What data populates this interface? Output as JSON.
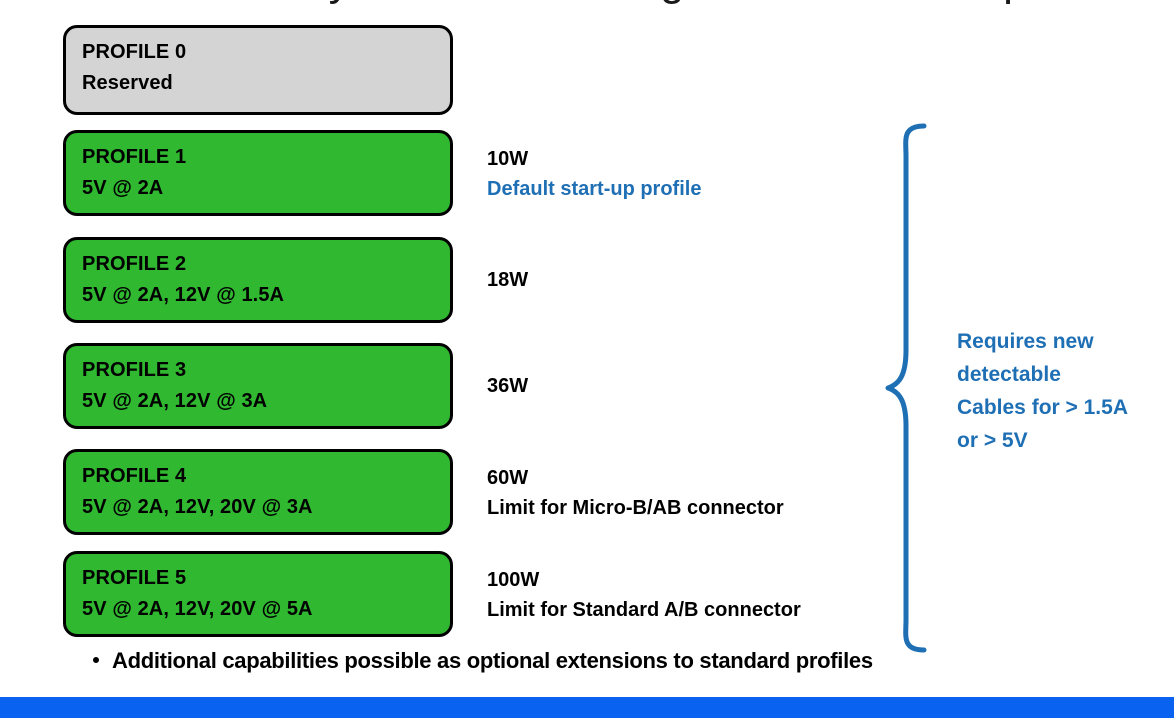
{
  "slide": {
    "title_partial": "Power Delivery Profiles – Voltage and Current Options",
    "accent_blue": "#1f6fb5",
    "footer_blue": "#0a62f0",
    "profile_green": "#2fb830",
    "reserved_grey": "#d4d4d4"
  },
  "profiles": [
    {
      "name": "PROFILE 0",
      "spec": "Reserved",
      "power": "",
      "note": "",
      "note_color": "",
      "state": "reserved"
    },
    {
      "name": "PROFILE 1",
      "spec": "5V @ 2A",
      "power": "10W",
      "note": "Default start-up profile",
      "note_color": "blue",
      "state": "active"
    },
    {
      "name": "PROFILE 2",
      "spec": "5V @ 2A, 12V @ 1.5A",
      "power": "18W",
      "note": "",
      "note_color": "",
      "state": "active"
    },
    {
      "name": "PROFILE 3",
      "spec": "5V @ 2A, 12V @ 3A",
      "power": "36W",
      "note": "",
      "note_color": "",
      "state": "active"
    },
    {
      "name": "PROFILE 4",
      "spec": "5V @ 2A, 12V, 20V @ 3A",
      "power": "60W",
      "note": "Limit for Micro-B/AB connector",
      "note_color": "black",
      "state": "active"
    },
    {
      "name": "PROFILE 5",
      "spec": "5V @ 2A, 12V, 20V @ 5A",
      "power": "100W",
      "note": "Limit for Standard A/B connector",
      "note_color": "black",
      "state": "active"
    }
  ],
  "brace_caption": {
    "line1": "Requires new",
    "line2": "detectable",
    "line3": "Cables for > 1.5A",
    "line4": "or > 5V"
  },
  "bullet": {
    "text": "Additional capabilities possible as optional extensions to standard profiles"
  }
}
